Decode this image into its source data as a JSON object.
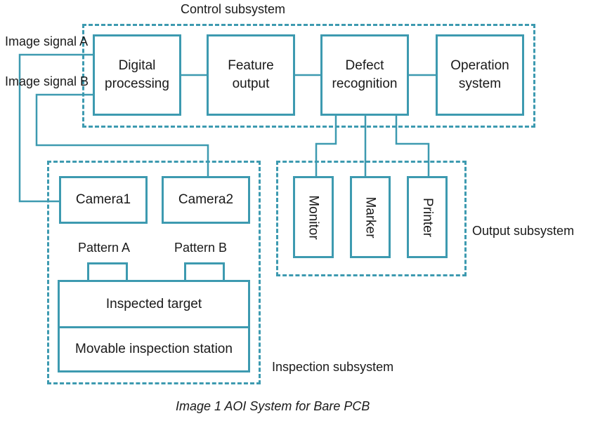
{
  "regions": {
    "control": "Control subsystem",
    "inspection": "Inspection subsystem",
    "output": "Output subsystem"
  },
  "signals": {
    "a": "Image signal A",
    "b": "Image signal B"
  },
  "control_blocks": {
    "digital": "Digital\nprocessing",
    "feature": "Feature\noutput",
    "defect": "Defect\nrecognition",
    "operation": "Operation\nsystem"
  },
  "output_blocks": {
    "monitor": "Monitor",
    "marker": "Marker",
    "printer": "Printer"
  },
  "inspection_blocks": {
    "camera1": "Camera1",
    "camera2": "Camera2",
    "pattern_a": "Pattern A",
    "pattern_b": "Pattern B",
    "target": "Inspected target",
    "station": "Movable inspection station"
  },
  "caption": "Image 1 AOI System for Bare PCB",
  "colors": {
    "accent": "#3d9ab0"
  }
}
